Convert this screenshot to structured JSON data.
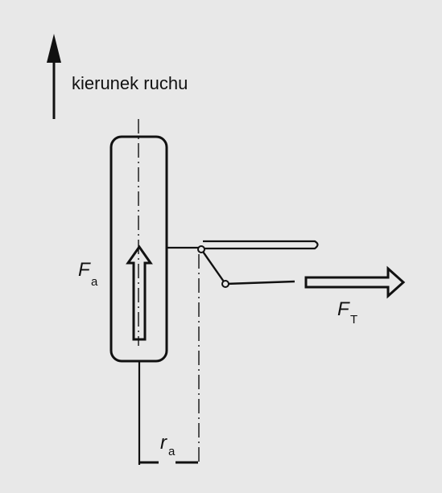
{
  "labels": {
    "direction": "kierunek ruchu",
    "axial_force": "F",
    "axial_force_sub": "a",
    "tangential_force": "F",
    "tangential_force_sub": "T",
    "radius": "r",
    "radius_sub": "a"
  },
  "colors": {
    "background": "#e8e8e8",
    "ink": "#111111"
  },
  "icons": {
    "direction": "arrow-up-icon",
    "axial": "hollow-arrow-up-icon",
    "tangential": "hollow-arrow-right-icon"
  }
}
